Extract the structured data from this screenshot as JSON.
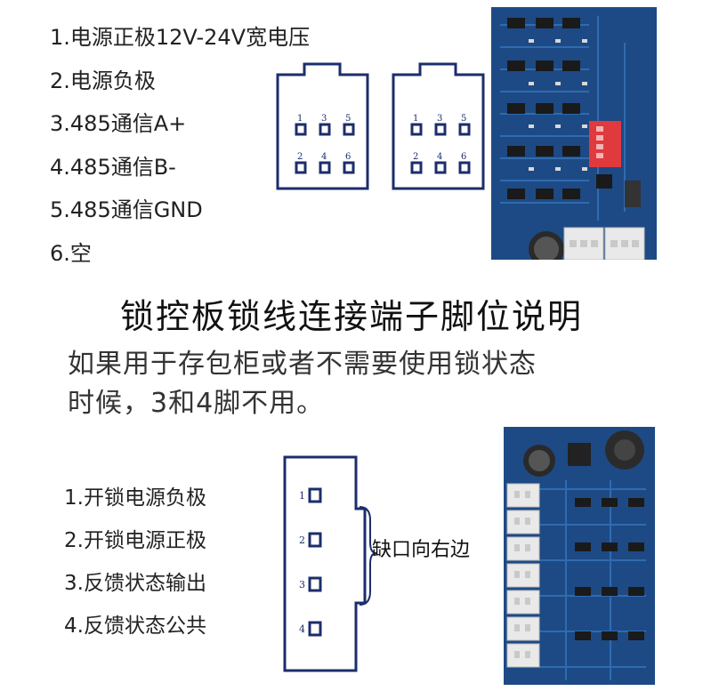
{
  "top_pins": [
    "1.电源正极12V-24V宽电压",
    "2.电源负极",
    "3.485通信A+",
    "4.485通信B-",
    "5.485通信GND",
    "6.空"
  ],
  "connector_pin_numbers_top": [
    "1",
    "3",
    "5"
  ],
  "connector_pin_numbers_bottom": [
    "2",
    "4",
    "6"
  ],
  "title": "锁控板锁线连接端子脚位说明",
  "description_line1": "如果用于存包柜或者不需要使用锁状态",
  "description_line2": "时候，3和4脚不用。",
  "lock_pins": [
    "1.开锁电源负极",
    "2.开锁电源正极",
    "3.反馈状态输出",
    "4.反馈状态公共"
  ],
  "lock_connector_numbers": [
    "1",
    "2",
    "3",
    "4"
  ],
  "notch_label": "缺口向右边",
  "colors": {
    "diagram_line": "#1c2d6b",
    "pcb_blue": "#1f4f8c",
    "dip_switch": "#e0393e",
    "text": "#222222"
  }
}
